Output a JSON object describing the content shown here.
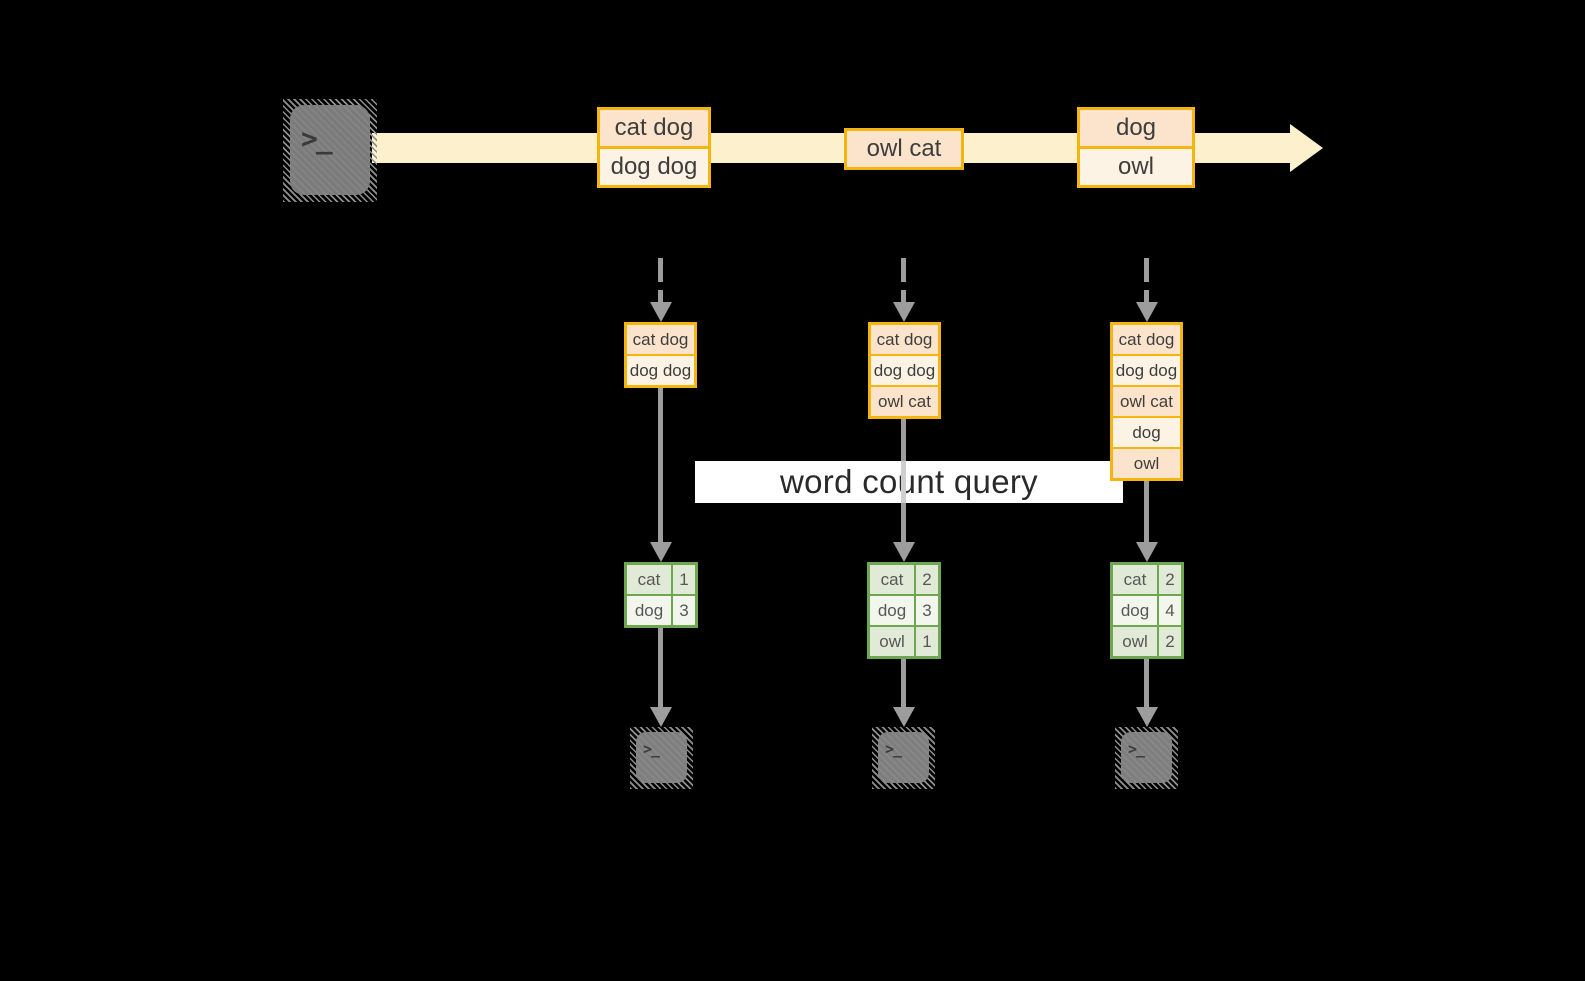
{
  "query": {
    "label": "word count query"
  },
  "stream": {
    "batches": [
      {
        "rows": [
          "cat dog",
          "dog dog"
        ]
      },
      {
        "rows": [
          "owl cat"
        ]
      },
      {
        "rows": [
          "dog",
          "owl"
        ]
      }
    ]
  },
  "pipelines": [
    {
      "buffer": [
        "cat dog",
        "dog dog"
      ],
      "counts": [
        {
          "word": "cat",
          "count": "1"
        },
        {
          "word": "dog",
          "count": "3"
        }
      ]
    },
    {
      "buffer": [
        "cat dog",
        "dog dog",
        "owl cat"
      ],
      "counts": [
        {
          "word": "cat",
          "count": "2"
        },
        {
          "word": "dog",
          "count": "3"
        },
        {
          "word": "owl",
          "count": "1"
        }
      ]
    },
    {
      "buffer": [
        "cat dog",
        "dog dog",
        "owl cat",
        "dog",
        "owl"
      ],
      "counts": [
        {
          "word": "cat",
          "count": "2"
        },
        {
          "word": "dog",
          "count": "4"
        },
        {
          "word": "owl",
          "count": "2"
        }
      ]
    }
  ],
  "icons": {
    "terminal_glyph": ">_"
  },
  "colors": {
    "background": "#000000",
    "accent_gold": "#F3B50E",
    "fill_peach": "#FBE4CB",
    "fill_cream": "#FDF3E4",
    "band_cream": "#FDF1CD",
    "accent_green": "#6FA750",
    "fill_sage": "#E1E9D7",
    "fill_light_green": "#F2F6ED",
    "arrow_gray": "#9D9D9D",
    "icon_gray": "#7B7B7B"
  }
}
